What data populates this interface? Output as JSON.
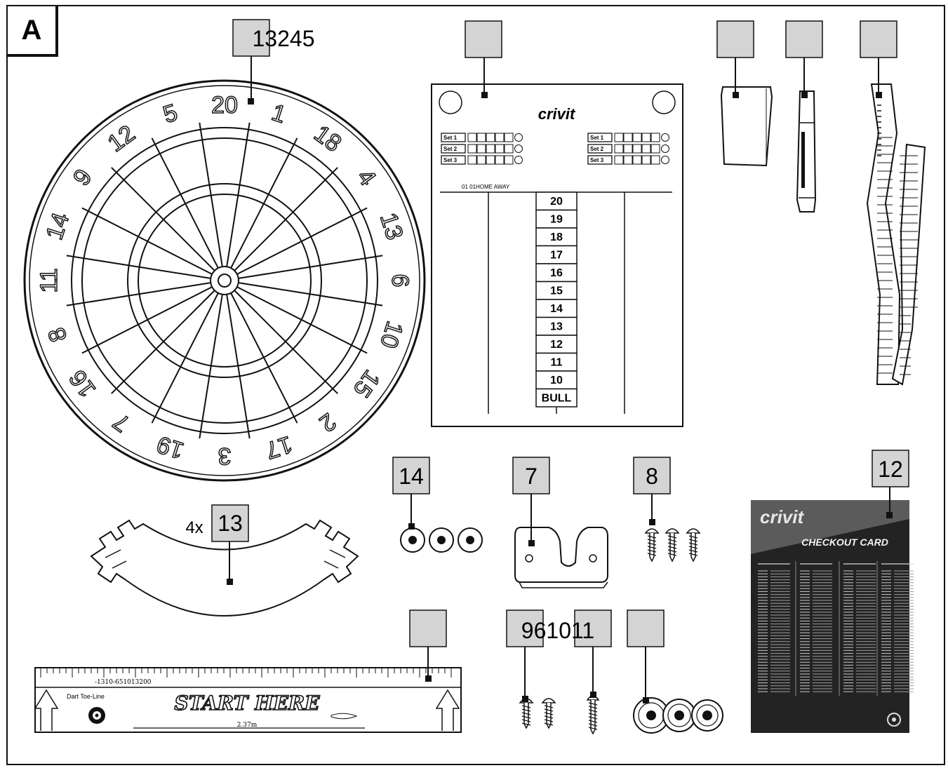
{
  "figure_label": "A",
  "callouts": {
    "dartboard": "13245",
    "scoreboard": "",
    "sponge": "",
    "marker": "",
    "tape": "",
    "cup_washers": "14",
    "bracket": "7",
    "screws_bracket": "8",
    "surround": "13",
    "surround_qty": "4x",
    "checkout_card": "12",
    "toe_line": "",
    "screws_small": "961011",
    "screw_long": "",
    "washers_large": ""
  },
  "scoreboard": {
    "brand": "crivit",
    "sets": [
      "Set 1",
      "Set 2",
      "Set 3"
    ],
    "header": "01 01HOME AWAY",
    "numbers": [
      "20",
      "19",
      "18",
      "17",
      "16",
      "15",
      "14",
      "13",
      "12",
      "11",
      "10",
      "BULL"
    ]
  },
  "dartboard": {
    "numbers": [
      "20",
      "1",
      "18",
      "4",
      "13",
      "6",
      "10",
      "15",
      "2",
      "17",
      "3",
      "19",
      "7",
      "16",
      "8",
      "11",
      "14",
      "9",
      "12",
      "5"
    ]
  },
  "toe_line": {
    "scale": "-1310-651013200",
    "title": "Dart Toe-Line",
    "start": "START HERE",
    "distance": "2.37m"
  },
  "checkout_card": {
    "brand": "crivit",
    "title": "CHECKOUT CARD"
  },
  "colors": {
    "line": "#111111",
    "callout_box": "#d4d4d4",
    "card_dark": "#232323",
    "card_grey": "#5b5b5b"
  }
}
